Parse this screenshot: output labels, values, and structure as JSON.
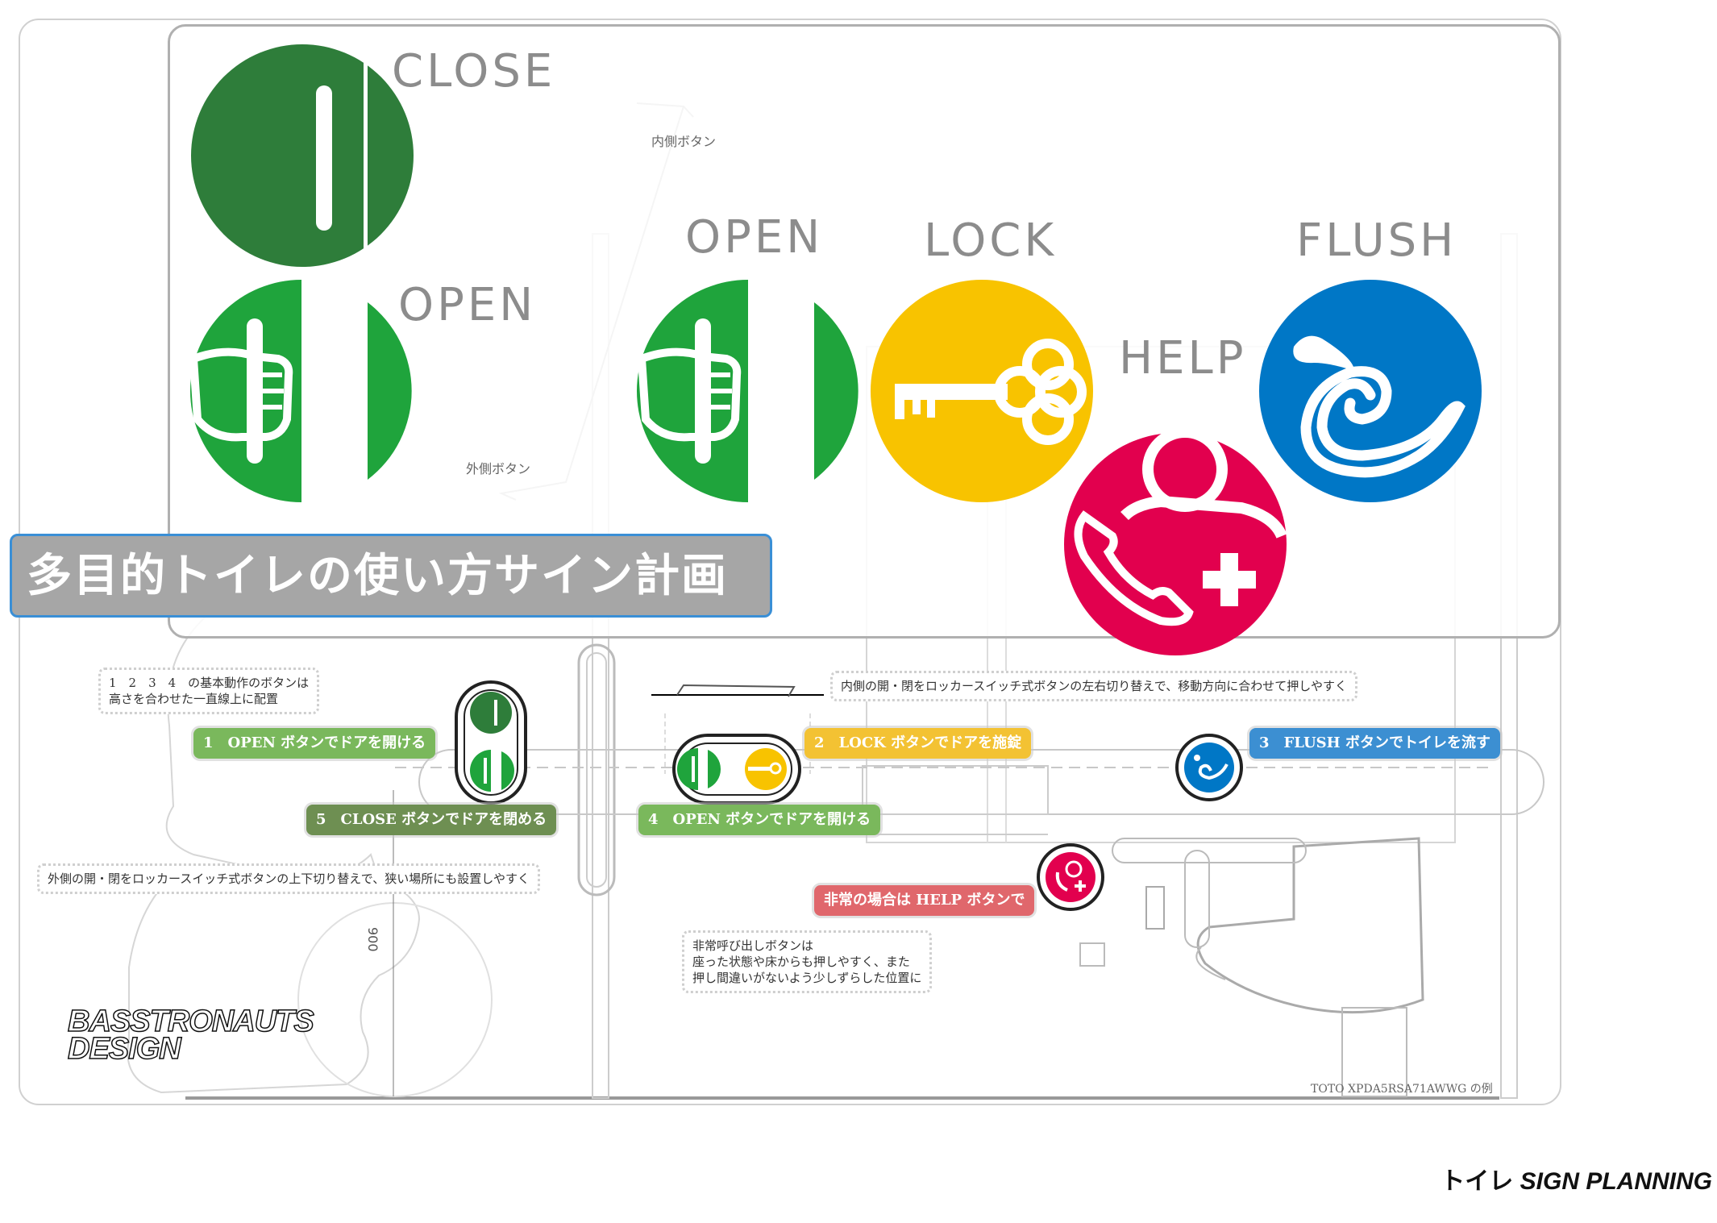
{
  "icon_labels": {
    "close": "CLOSE",
    "open_left": "OPEN",
    "open_right": "OPEN",
    "lock": "LOCK",
    "help": "HELP",
    "flush": "FLUSH"
  },
  "button_notes": {
    "inner": "内側ボタン",
    "outer": "外側ボタン"
  },
  "title": "多目的トイレの使い方サイン計画",
  "callouts": {
    "c1": "1　OPEN ボタンでドアを開ける",
    "c2": "2　LOCK ボタンでドアを施錠",
    "c3": "3　FLUSH ボタンでトイレを流す",
    "c4": "4　OPEN ボタンでドアを開ける",
    "c5": "5　CLOSE ボタンでドアを閉める",
    "help": "非常の場合は HELP ボタンで"
  },
  "notes": {
    "top_left": [
      "1　2　3　4　の基本動作のボタンは",
      "高さを合わせた一直線上に配置"
    ],
    "top_right": "内側の開・閉をロッカースイッチ式ボタンの左右切り替えで、移動方向に合わせて押しやすく",
    "outer": "外側の開・閉をロッカースイッチ式ボタンの上下切り替えで、狭い場所にも設置しやすく",
    "emergency": [
      "非常呼び出しボタンは",
      "座った状態や床からも押しやすく、また",
      "押し間違いがないよう少しずらした位置に"
    ]
  },
  "dimension": "900",
  "model_note": "TOTO XPDA5RSA71AWWG の例",
  "logo": [
    "BASSTRONAUTS",
    "DESIGN"
  ],
  "footer": {
    "jp": "トイレ",
    "en": "SIGN PLANNING"
  },
  "colors": {
    "close_green": "#2e7d3a",
    "open_green": "#1fa43c",
    "lock_yellow": "#f8c300",
    "help_magenta": "#e2004e",
    "flush_blue": "#0077c6",
    "callout_green": "#7ab85c",
    "callout_darkgreen": "#6e8f52",
    "callout_yellow": "#f3c233",
    "callout_blue": "#3c8fd2",
    "callout_red": "#e0676c",
    "title_bg": "#a6a6a6",
    "title_border": "#3a8fd6"
  }
}
